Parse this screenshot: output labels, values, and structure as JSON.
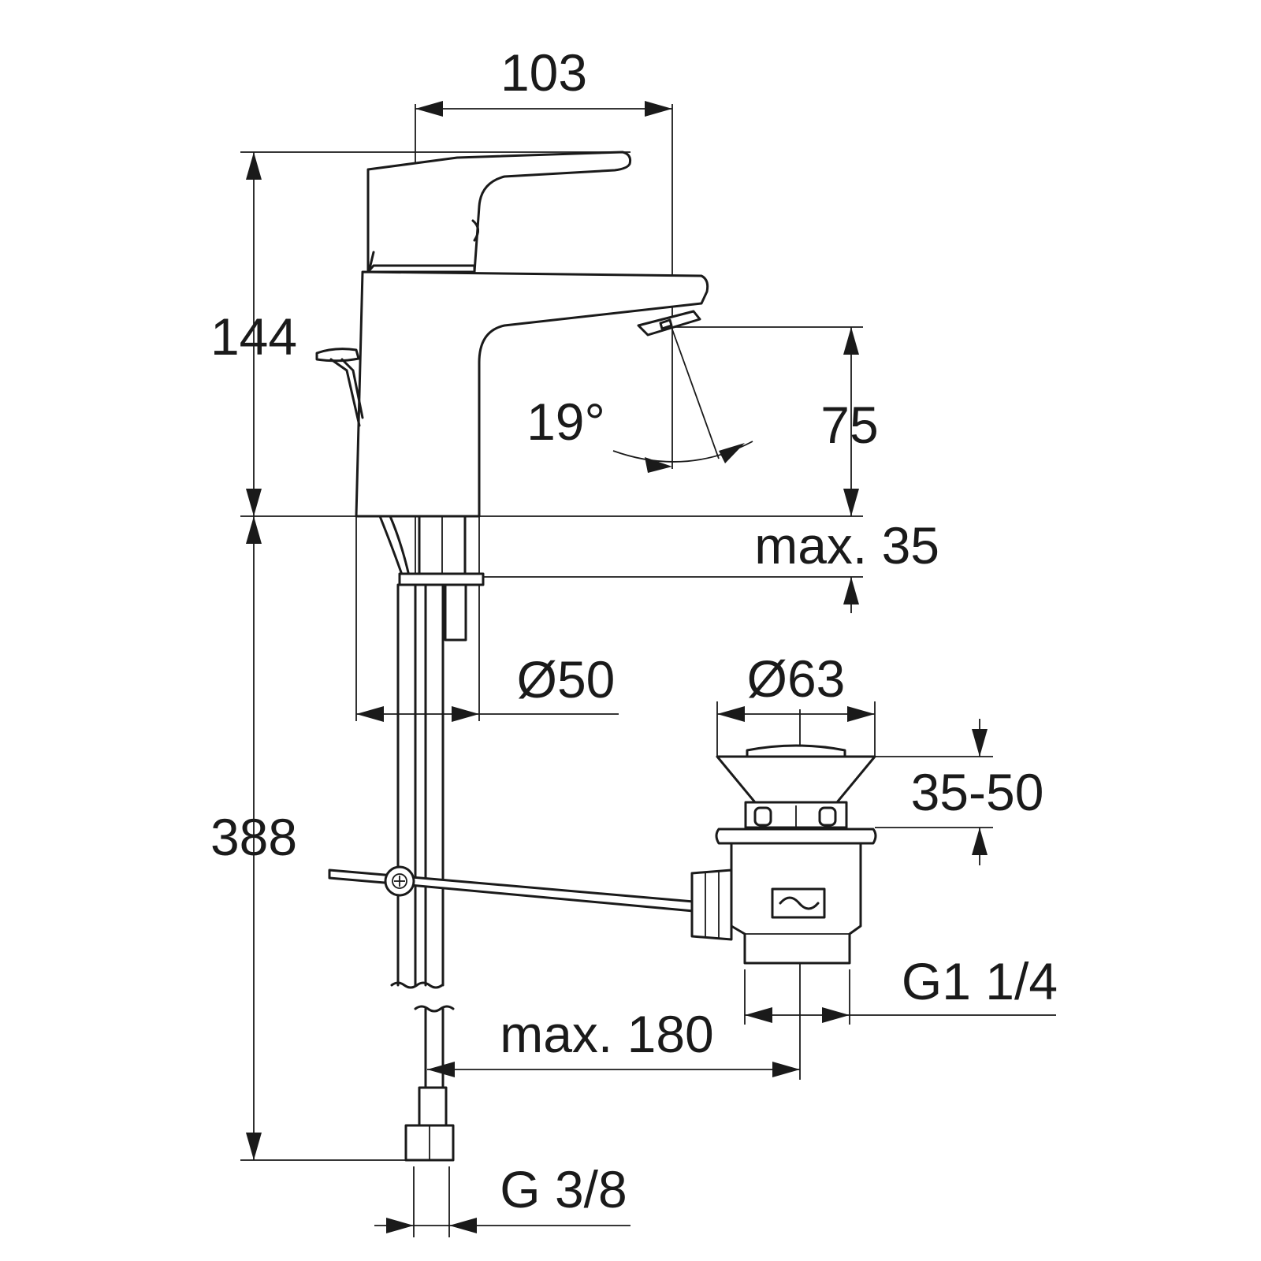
{
  "dimensions": {
    "spout_reach": "103",
    "total_height": "144",
    "spout_height": "75",
    "spout_angle": "19°",
    "max_deck_thickness": "max. 35",
    "base_diameter": "Ø50",
    "hose_length": "388",
    "waste_diameter": "Ø63",
    "waste_adjustment": "35-50",
    "waste_thread": "G1 1/4",
    "rod_reach": "max. 180",
    "connection_thread": "G 3/8"
  }
}
